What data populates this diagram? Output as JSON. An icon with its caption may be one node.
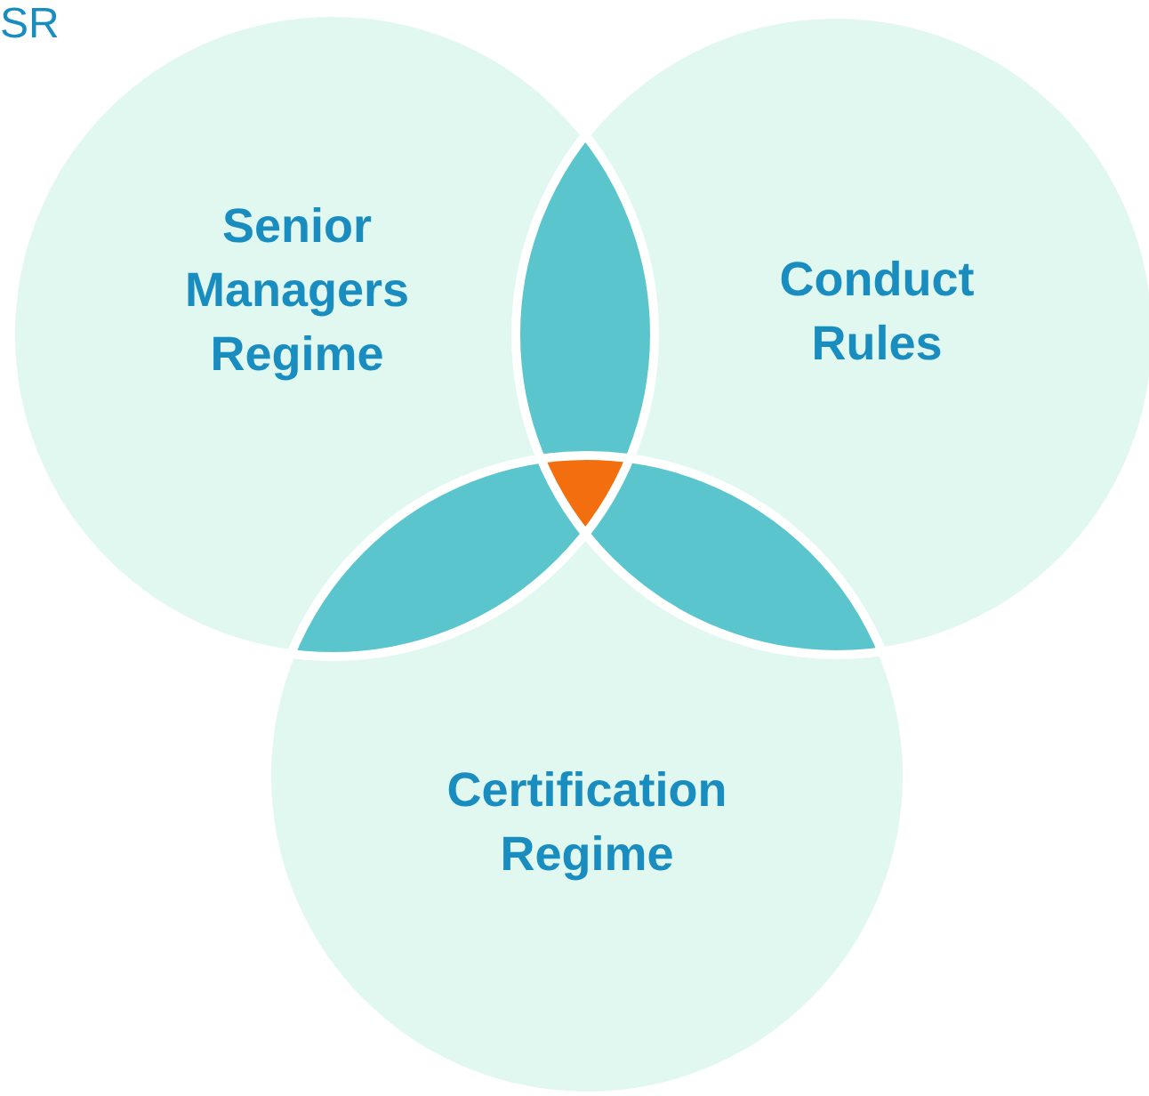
{
  "diagram": {
    "nodes": [
      {
        "text": [
          "Senior Managers Regime"
        ]
      },
      {
        "text": [
          "Conduct Rules"
        ]
      },
      {
        "text": [
          "Certification Regime"
        ]
      }
    ],
    "labels": [
      "SR"
    ]
  }
}
